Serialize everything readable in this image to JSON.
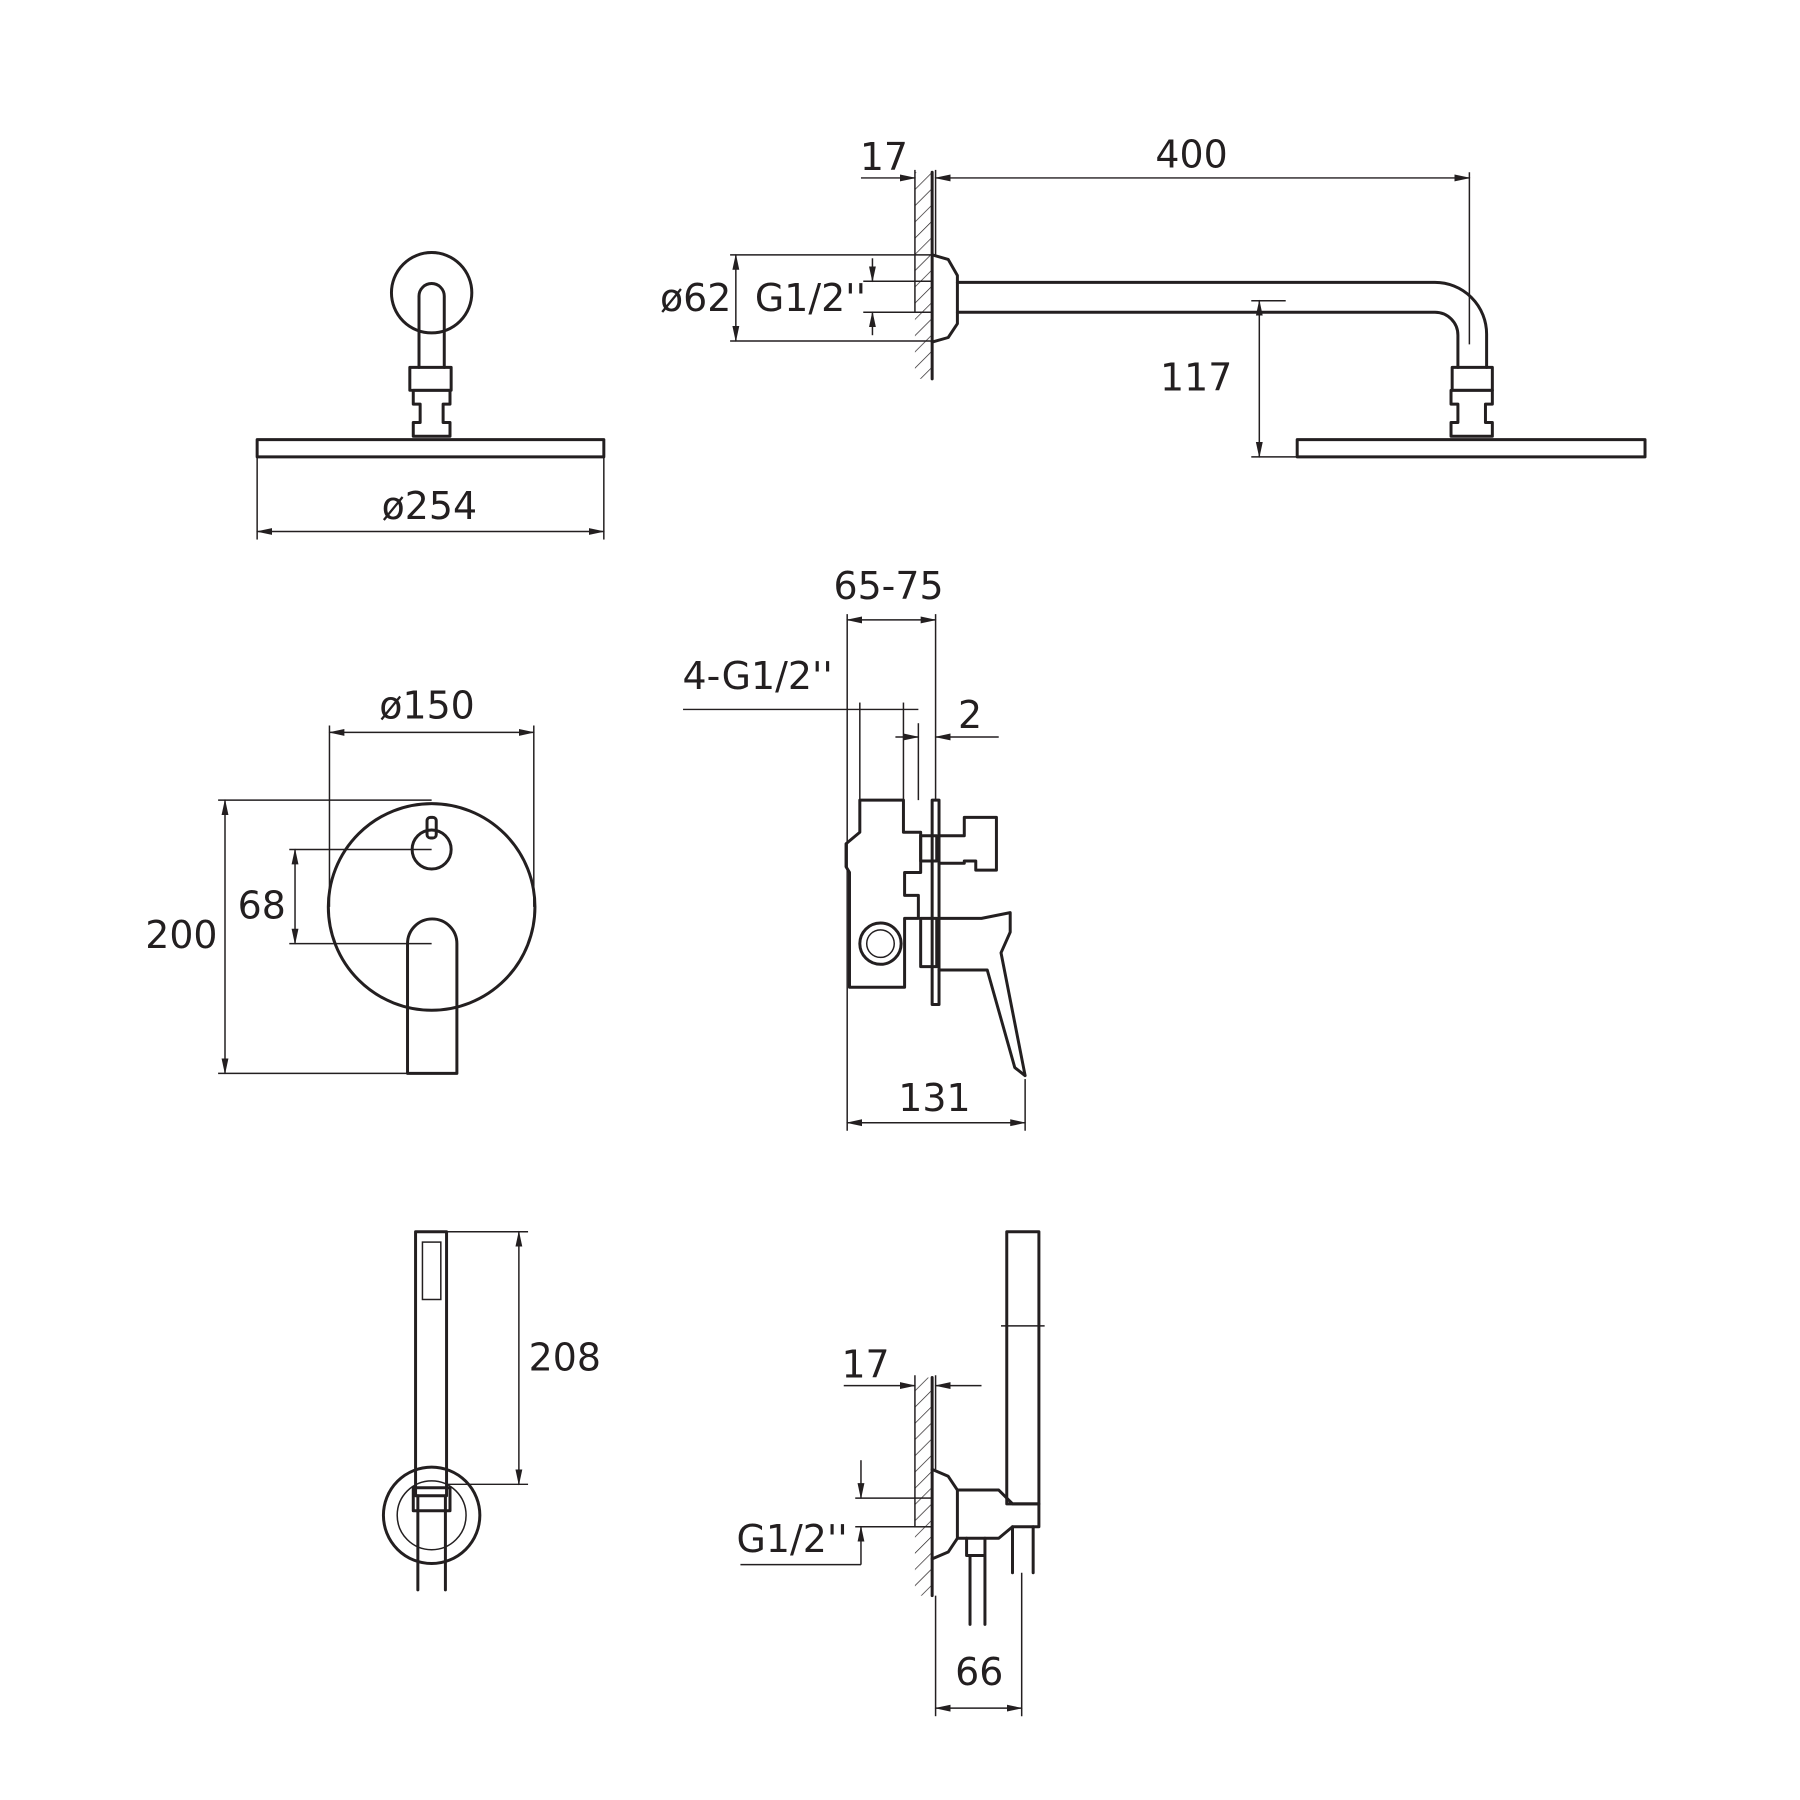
{
  "colors": {
    "line": "#231f20",
    "background": "#ffffff"
  },
  "shower_head": {
    "front": {
      "diameter_label": "ø254"
    },
    "side": {
      "wall_offset_label": "17",
      "arm_length_label": "400",
      "flange_diameter_label": "ø62",
      "thread_label": "G1/2''",
      "drop_label": "117"
    }
  },
  "mixer": {
    "front": {
      "plate_diameter_label": "ø150",
      "height_label": "200",
      "spacing_label": "68"
    },
    "side": {
      "depth_label": "65-75",
      "connections_label": "4-G1/2''",
      "gap_label": "2",
      "projection_label": "131"
    }
  },
  "hand_shower": {
    "front": {
      "length_label": "208"
    },
    "side": {
      "wall_offset_label": "17",
      "thread_label": "G1/2''",
      "projection_label": "66"
    }
  }
}
